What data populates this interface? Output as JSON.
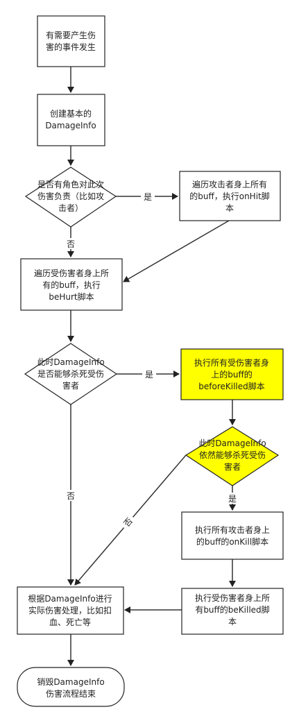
{
  "colors": {
    "stroke": "#222222",
    "edge": "#333333",
    "node_fill": "#ffffff",
    "highlight_fill": "#ffff00",
    "text": "#222222"
  },
  "nodes": {
    "n1": {
      "shape": "rect",
      "lines": [
        "有需要产生伤",
        "害的事件发生"
      ]
    },
    "n2": {
      "shape": "rect",
      "lines": [
        "创建基本的",
        "DamageInfo"
      ]
    },
    "d1": {
      "shape": "diamond",
      "lines": [
        "是否有角色对此次",
        "伤害负责（比如攻",
        "击者）"
      ]
    },
    "n3": {
      "shape": "rect",
      "lines": [
        "遍历攻击者身上所有",
        "的buff，执行onHit脚",
        "本"
      ]
    },
    "n4": {
      "shape": "rect",
      "lines": [
        "遍历受伤害者身上所",
        "有的buff，执行",
        "beHurt脚本"
      ]
    },
    "d2": {
      "shape": "diamond",
      "lines": [
        "此时DamageInfo",
        "是否能够杀死受伤",
        "害者"
      ]
    },
    "n5": {
      "shape": "rect",
      "highlight": true,
      "lines": [
        "执行所有受伤害者身",
        "上的buff的",
        "beforeKilled脚本"
      ]
    },
    "d3": {
      "shape": "diamond",
      "highlight": true,
      "lines": [
        "此时DamageInfo",
        "依然能够杀死受伤",
        "害者"
      ]
    },
    "n6": {
      "shape": "rect",
      "lines": [
        "执行所有攻击者身上",
        "的buff的onKill脚本"
      ]
    },
    "n7": {
      "shape": "rect",
      "lines": [
        "执行受伤害者身上所",
        "有buff的beKilled脚",
        "本"
      ]
    },
    "n8": {
      "shape": "rect",
      "lines": [
        "根据DamageInfo进行",
        "实际伤害处理，比如扣",
        "血、死亡等"
      ]
    },
    "n9": {
      "shape": "terminal",
      "lines": [
        "销毁DamageInfo",
        "伤害流程结束"
      ]
    }
  },
  "edge_labels": {
    "d1_yes": "是",
    "d1_no": "否",
    "d2_yes": "是",
    "d2_no": "否",
    "d3_yes": "是",
    "d3_no": "否"
  }
}
